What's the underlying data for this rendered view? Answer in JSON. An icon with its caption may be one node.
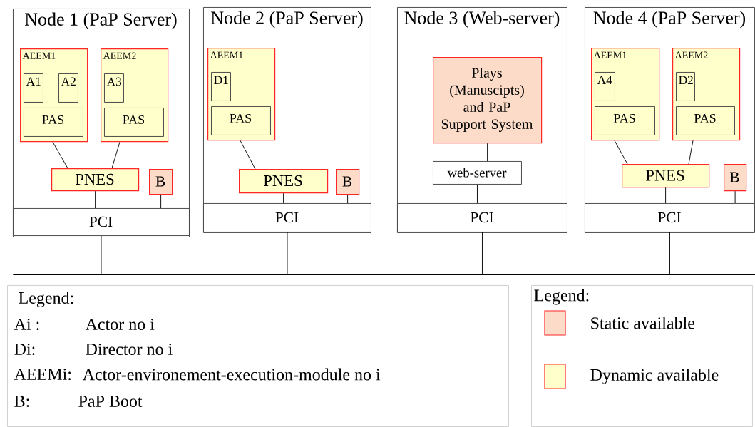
{
  "diagram": {
    "nodes": [
      {
        "text": [
          "Node 1 (PaP Server)"
        ]
      },
      {
        "text": [
          "AEEM1"
        ],
        "in": 0
      },
      {
        "text": [
          "A1"
        ],
        "in": 1
      },
      {
        "text": [
          "A2"
        ],
        "in": 1
      },
      {
        "text": [
          "PAS"
        ],
        "in": 1
      },
      {
        "text": [
          "AEEM2"
        ],
        "in": 0
      },
      {
        "text": [
          "A3"
        ],
        "in": 5
      },
      {
        "text": [
          "PAS"
        ],
        "in": 5
      },
      {
        "text": [
          "PNES"
        ],
        "in": 0
      },
      {
        "text": [
          "B"
        ],
        "in": 0
      },
      {
        "text": [
          "PCI"
        ],
        "in": 0
      },
      {
        "text": [
          "Node 2 (PaP Server)"
        ]
      },
      {
        "text": [
          "AEEM1"
        ],
        "in": 11
      },
      {
        "text": [
          "D1"
        ],
        "in": 12
      },
      {
        "text": [
          "PAS"
        ],
        "in": 12
      },
      {
        "text": [
          "PNES"
        ],
        "in": 11
      },
      {
        "text": [
          "B"
        ],
        "in": 11
      },
      {
        "text": [
          "PCI"
        ],
        "in": 11
      },
      {
        "text": [
          "Node 3 (Web-server)"
        ]
      },
      {
        "text": [
          "Plays (Manuscipts) and PaP Support System"
        ],
        "in": 18
      },
      {
        "text": [
          "web-server"
        ],
        "in": 18
      },
      {
        "text": [
          "PCI"
        ],
        "in": 18
      },
      {
        "text": [
          "Node 4 (PaP Server)"
        ]
      },
      {
        "text": [
          "AEEM1"
        ],
        "in": 22
      },
      {
        "text": [
          "A4"
        ],
        "in": 23
      },
      {
        "text": [
          "PAS"
        ],
        "in": 23
      },
      {
        "text": [
          "AEEM2"
        ],
        "in": 22
      },
      {
        "text": [
          "D2"
        ],
        "in": 26
      },
      {
        "text": [
          "PAS"
        ],
        "in": 26
      },
      {
        "text": [
          "PNES"
        ],
        "in": 22
      },
      {
        "text": [
          "B"
        ],
        "in": 22
      },
      {
        "text": [
          "PCI"
        ],
        "in": 22
      },
      {
        "text": [],
        "shape": "bar"
      },
      {
        "text": [
          "Legend:",
          "Ai :",
          "Actor no i",
          "Di:",
          "Director no i",
          "AEEMi:",
          "Actor-environement-execution-module no i",
          "B:",
          "PaP Boot"
        ]
      },
      {
        "text": [
          "Legend:"
        ]
      }
    ],
    "edges": [
      {
        "from": 1,
        "to": 8,
        "arrow": "none"
      },
      {
        "from": 5,
        "to": 8,
        "arrow": "none"
      },
      {
        "from": 8,
        "to": 10,
        "arrow": "none"
      },
      {
        "from": 9,
        "to": 10,
        "arrow": "none"
      },
      {
        "from": 10,
        "to": 32,
        "arrow": "none"
      },
      {
        "from": 12,
        "to": 15,
        "arrow": "none"
      },
      {
        "from": 15,
        "to": 17,
        "arrow": "none"
      },
      {
        "from": 16,
        "to": 17,
        "arrow": "none"
      },
      {
        "from": 17,
        "to": 32,
        "arrow": "none"
      },
      {
        "from": 19,
        "to": 20,
        "arrow": "none"
      },
      {
        "from": 20,
        "to": 21,
        "arrow": "none"
      },
      {
        "from": 21,
        "to": 32,
        "arrow": "none"
      },
      {
        "from": 23,
        "to": 29,
        "arrow": "none"
      },
      {
        "from": 26,
        "to": 29,
        "arrow": "none"
      },
      {
        "from": 29,
        "to": 31,
        "arrow": "none"
      },
      {
        "from": 30,
        "to": 31,
        "arrow": "none"
      },
      {
        "from": 31,
        "to": 32,
        "arrow": "none"
      }
    ],
    "legend": [
      {
        "text": "Static available",
        "color": "#fcdcc8"
      },
      {
        "text": "Dynamic available",
        "color": "#ffffcc"
      }
    ]
  }
}
